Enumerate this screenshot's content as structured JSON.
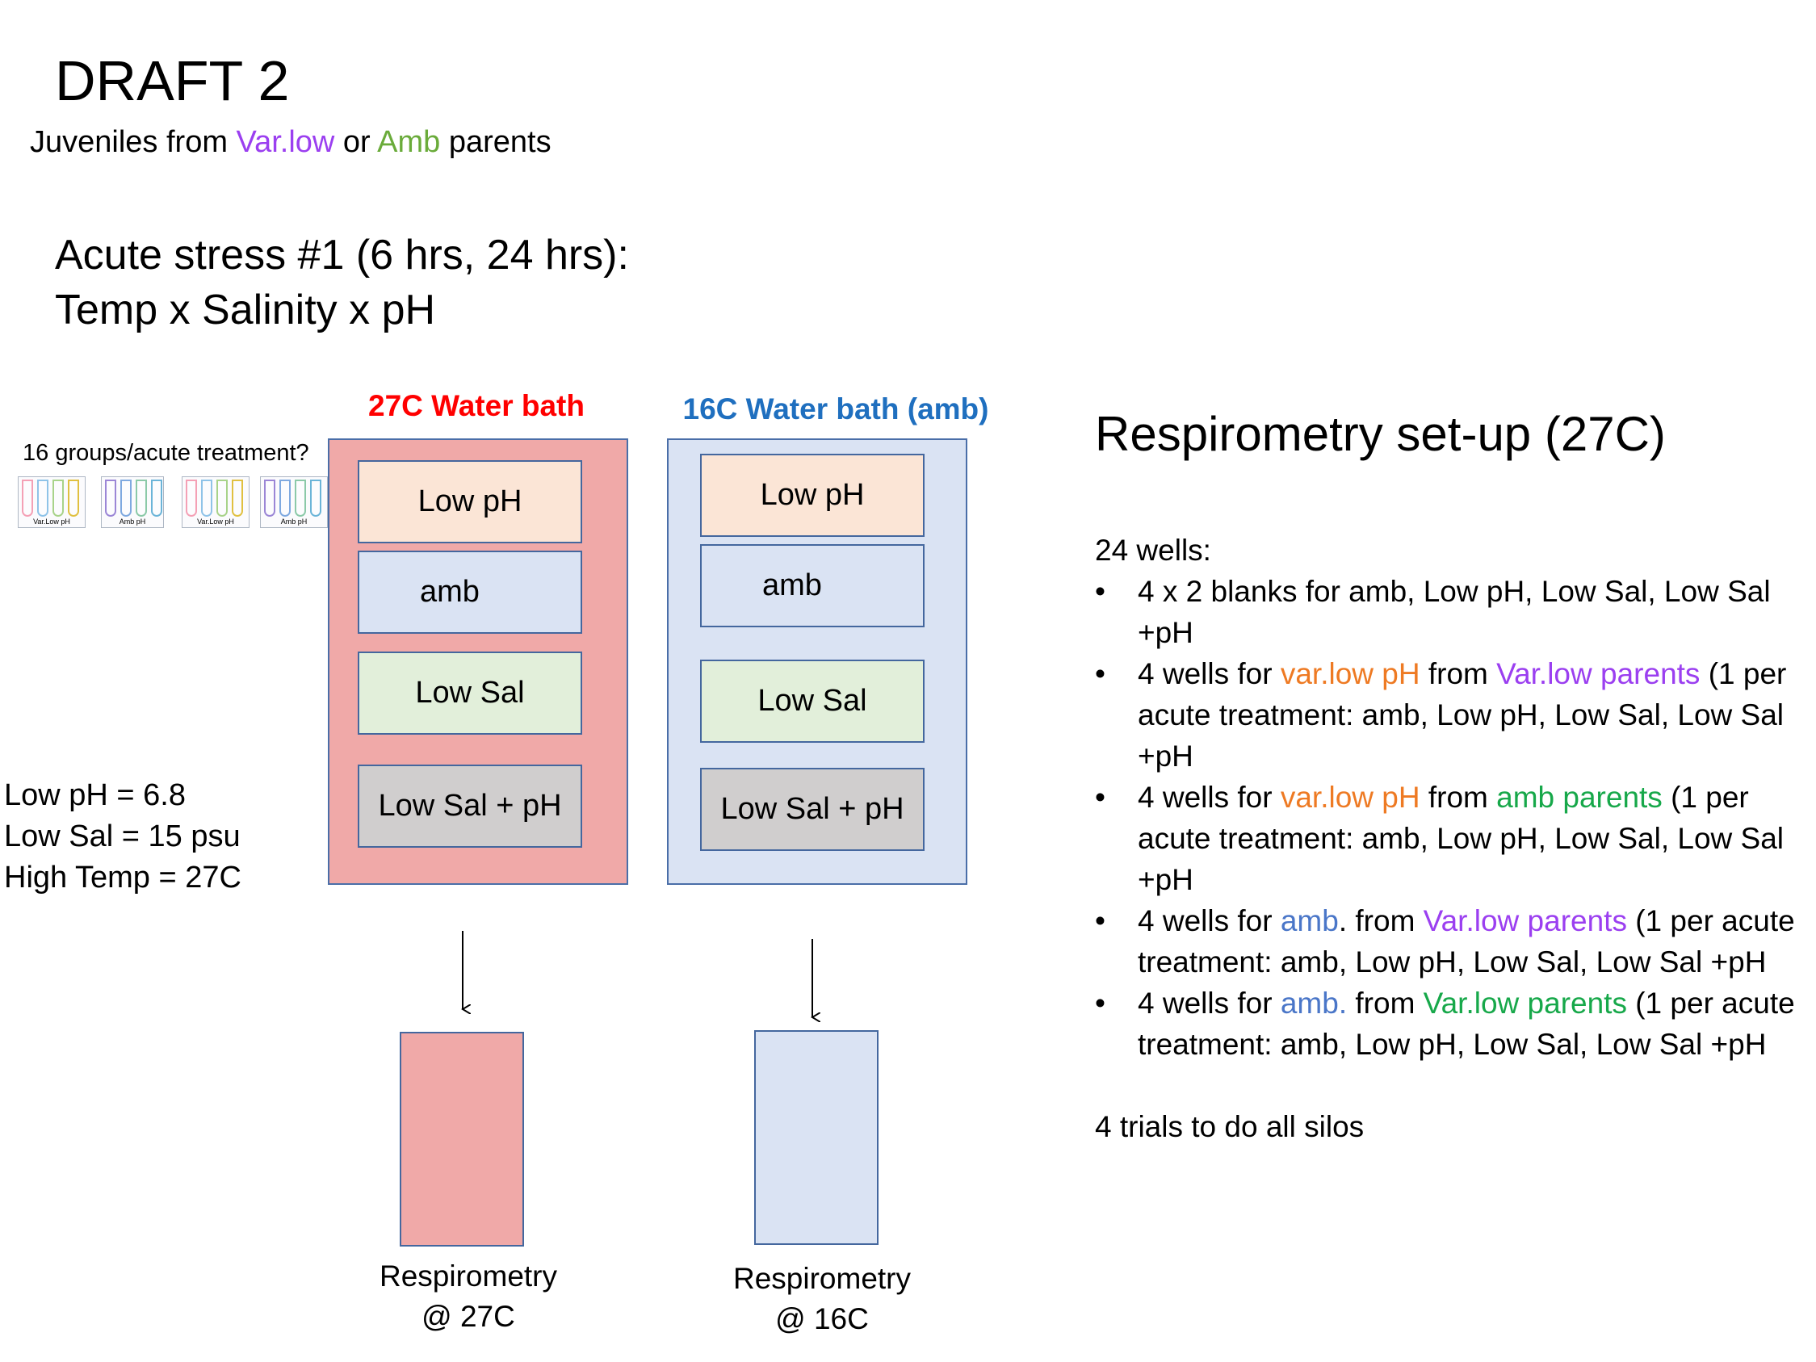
{
  "title": "DRAFT 2",
  "subtitle": {
    "prefix": "Juveniles from ",
    "varlow": "Var.low",
    "middle": " or ",
    "amb": "Amb",
    "suffix": " parents"
  },
  "stress": {
    "line1": "Acute stress #1 (6 hrs, 24 hrs):",
    "line2": "Temp x Salinity x pH"
  },
  "groups_label": "16 groups/acute treatment?",
  "tube_groups": [
    {
      "label": "Var.Low pH"
    },
    {
      "label": "Amb pH"
    },
    {
      "label": "Var.Low pH"
    },
    {
      "label": "Amb pH"
    }
  ],
  "definitions": [
    "Low pH = 6.8",
    "Low Sal = 15 psu",
    "High Temp = 27C"
  ],
  "baths": [
    {
      "label": "27C Water bath",
      "label_color": "#ff0000",
      "fill": "#f0a9a8",
      "treatments": [
        "Low pH",
        "amb",
        "Low Sal",
        "Low Sal + pH"
      ],
      "respirometry": [
        "Respirometry",
        "@ 27C"
      ]
    },
    {
      "label": "16C Water bath (amb)",
      "label_color": "#1f6fbf",
      "fill": "#dae3f3",
      "treatments": [
        "Low pH",
        "amb",
        "Low Sal",
        "Low Sal + pH"
      ],
      "respirometry": [
        "Respirometry",
        "@ 16C"
      ]
    }
  ],
  "treatment_colors": [
    "#fbe5d6",
    "#dae3f3",
    "#e2efda",
    "#d0cece"
  ],
  "setup": {
    "title": "Respirometry set-up (27C)",
    "wells_header": "24 wells:",
    "b1": "4 x 2 blanks for amb, Low pH, Low Sal, Low Sal +pH",
    "b2": {
      "a": "4  wells for ",
      "b": "var.low pH",
      "c": " from ",
      "d": "Var.low parents",
      "e": "  (1 per acute treatment: amb, Low pH, Low Sal, Low Sal +pH"
    },
    "b3": {
      "a": "4  wells for ",
      "b": "var.low pH",
      "c": " from ",
      "d": "amb parents",
      "e": " (1 per acute treatment: amb, Low pH, Low Sal, Low Sal +pH"
    },
    "b4": {
      "a": "4  wells for ",
      "b": "amb",
      "c": ". from ",
      "d": "Var.low parents",
      "e": "  (1 per acute treatment: amb, Low pH, Low Sal, Low Sal +pH"
    },
    "b5": {
      "a": "4  wells for ",
      "b": "amb.",
      "c": " from ",
      "d": "Var.low parents",
      "e": "  (1 per acute treatment: amb, Low pH, Low Sal, Low Sal +pH"
    },
    "trials": "4 trials to do all silos"
  }
}
